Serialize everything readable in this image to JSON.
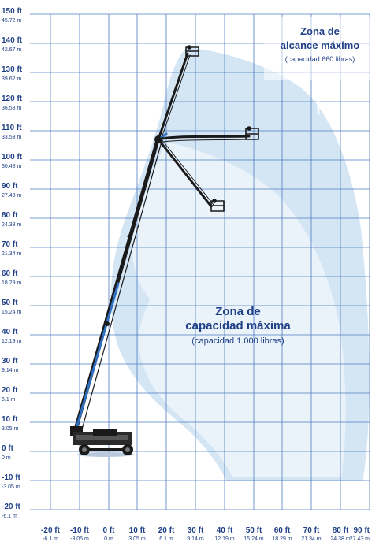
{
  "y_axis": [
    {
      "ft": "150 ft",
      "m": "45.72 m"
    },
    {
      "ft": "140 ft",
      "m": "42.67 m"
    },
    {
      "ft": "130 ft",
      "m": "39.62 m"
    },
    {
      "ft": "120 ft",
      "m": "36.58 m"
    },
    {
      "ft": "110 ft",
      "m": "33.53 m"
    },
    {
      "ft": "100 ft",
      "m": "30.48 m"
    },
    {
      "ft": "90 ft",
      "m": "27.43 m"
    },
    {
      "ft": "80 ft",
      "m": "24.38 m"
    },
    {
      "ft": "70 ft",
      "m": "21.34 m"
    },
    {
      "ft": "60 ft",
      "m": "18.29 m"
    },
    {
      "ft": "50 ft",
      "m": "15.24 m"
    },
    {
      "ft": "40 ft",
      "m": "12.19 m"
    },
    {
      "ft": "30 ft",
      "m": "9.14 m"
    },
    {
      "ft": "20 ft",
      "m": "6.1 m"
    },
    {
      "ft": "10 ft",
      "m": "3.05 m"
    },
    {
      "ft": "0 ft",
      "m": "0 m"
    },
    {
      "ft": "-10 ft",
      "m": "-3.05 m"
    },
    {
      "ft": "-20 ft",
      "m": "-6.1 m"
    }
  ],
  "x_axis": [
    {
      "ft": "-20 ft",
      "m": "-6.1 m"
    },
    {
      "ft": "-10 ft",
      "m": "-3.05 m"
    },
    {
      "ft": "0 ft",
      "m": "0 m"
    },
    {
      "ft": "10 ft",
      "m": "3.05 m"
    },
    {
      "ft": "20 ft",
      "m": "6.1 m"
    },
    {
      "ft": "30 ft",
      "m": "9.14 m"
    },
    {
      "ft": "40 ft",
      "m": "12.19 m"
    },
    {
      "ft": "50 ft",
      "m": "15.24 m"
    },
    {
      "ft": "60 ft",
      "m": "18.29 m"
    },
    {
      "ft": "70 ft",
      "m": "21.34 m"
    },
    {
      "ft": "80 ft",
      "m": "24.38 m"
    },
    {
      "ft": "90 ft",
      "m": "27.43 m"
    }
  ],
  "max_reach_zone": {
    "title_line1": "Zona de",
    "title_line2": "alcance máximo",
    "subtitle": "(capacidad 660 libras)"
  },
  "max_capacity_zone": {
    "title_line1": "Zona de",
    "title_line2": "capacidad máxima",
    "subtitle": "(capacidad 1.000 libras)"
  },
  "colors": {
    "grid": "#4f7cc2",
    "outer_zone": "#d4e5f4",
    "inner_zone": "#eaf2fa",
    "text": "#1f3f86",
    "boom": "#1a1a1a",
    "boom_accent": "#2f6fc0"
  }
}
